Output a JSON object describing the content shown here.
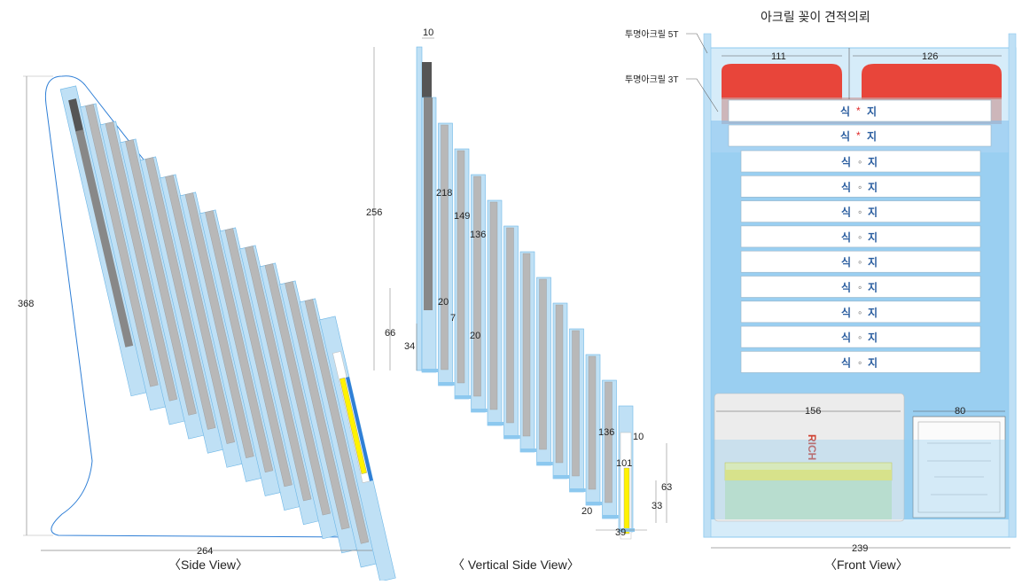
{
  "title": "아크릴 꽂이 견적의뢰",
  "colors": {
    "acrylic": "#bfe0f5",
    "acrylic_dark": "#8cc8ef",
    "acrylic_line": "#6db6e6",
    "card_gray": "#b8b8b8",
    "card_dark": "#888888",
    "envelope_red": "#e8453a",
    "yellow": "#fff200",
    "outline_blue": "#2f7fd6"
  },
  "side_view": {
    "caption": "〈Side View〉",
    "height_dim": "368",
    "width_dim": "264"
  },
  "vertical_view": {
    "caption": "〈 Vertical Side View〉",
    "dims": {
      "d10_top": "10",
      "d256": "256",
      "d218": "218",
      "d149": "149",
      "d136a": "136",
      "d20a": "20",
      "d7": "7",
      "d20b": "20",
      "d66": "66",
      "d34": "34",
      "d136b": "136",
      "d101": "101",
      "d10_bot": "10",
      "d63": "63",
      "d33": "33",
      "d20c": "20",
      "d39": "39"
    }
  },
  "front_view": {
    "caption": "〈Front View〉",
    "label_5t": "투명아크릴 5T",
    "label_3t": "투명아크릴 3T",
    "dims": {
      "d111": "111",
      "d126": "126",
      "d156": "156",
      "d80": "80",
      "d239": "239"
    },
    "slot_label_prefix": "식",
    "slot_label_suffix": "지",
    "slot_mark_red": "*",
    "slot_mark_gray": "∘"
  }
}
